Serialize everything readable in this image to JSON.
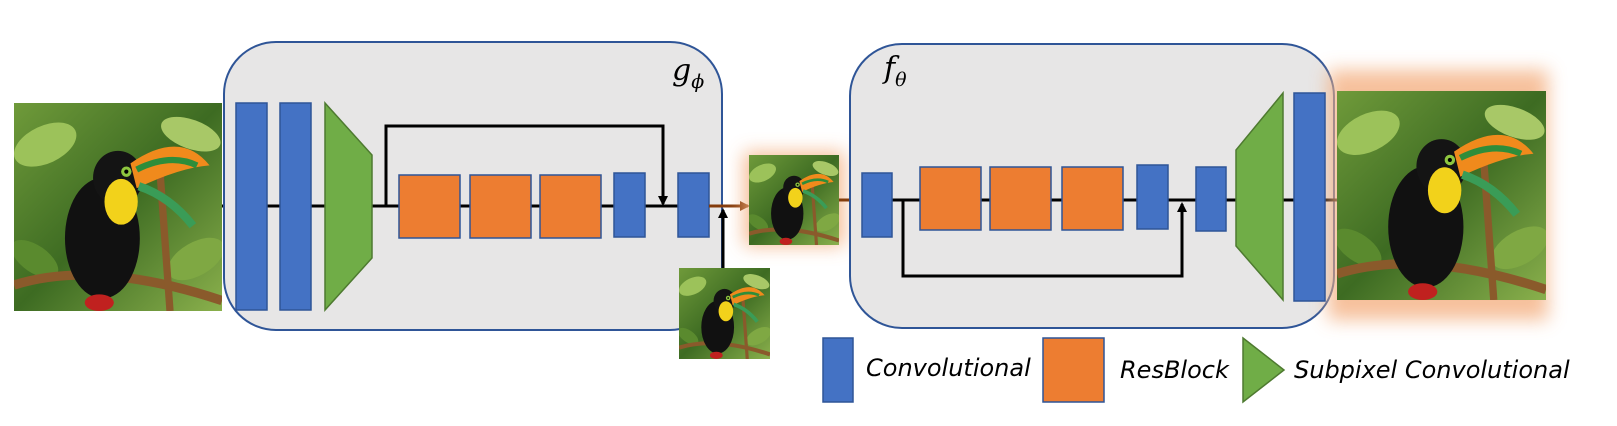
{
  "modules": {
    "encoder": {
      "symbol": "g",
      "subscript": "ϕ"
    },
    "decoder": {
      "symbol": "f",
      "subscript": "θ"
    }
  },
  "legend": {
    "convolutional": "Convolutional",
    "resblock": "ResBlock",
    "subpixel": "Subpixel Convolutional"
  },
  "colors": {
    "conv_block": "#4472C4",
    "resblock": "#ED7D31",
    "subpixel": "#70AD47",
    "module_background": "#E7E6E6",
    "module_border": "#2F5597",
    "glow": "#F4B183",
    "flow_brown": "#843C0C"
  },
  "images": {
    "input": "toucan-photo-icon",
    "latent_guide": "toucan-photo-icon",
    "latent_output": "toucan-photo-icon",
    "output": "toucan-photo-icon"
  }
}
